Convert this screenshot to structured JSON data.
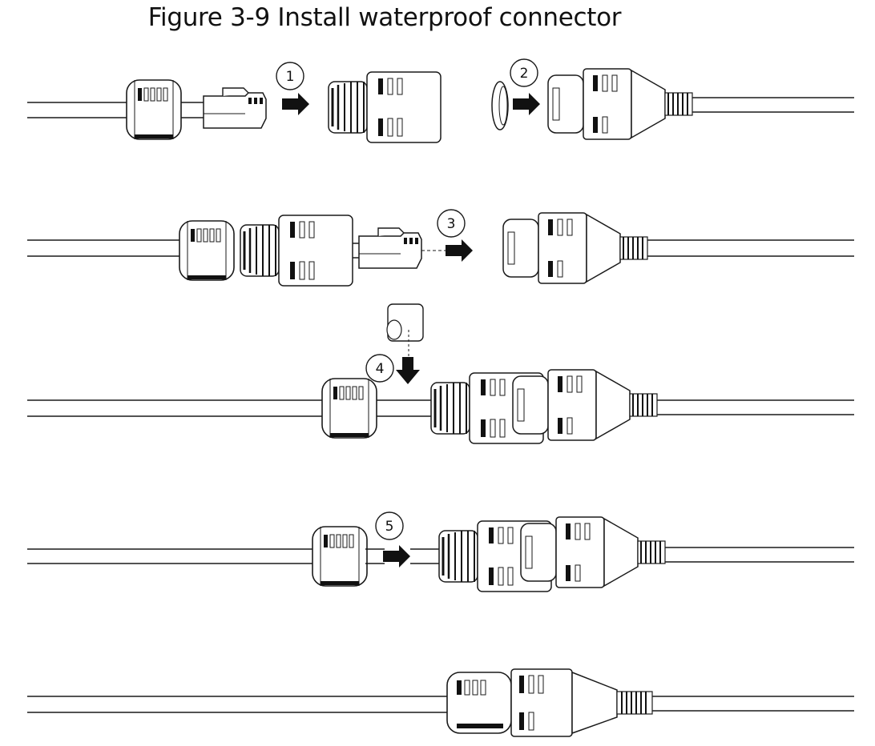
{
  "figure": {
    "title": "Figure 3-9 Install waterproof connector"
  },
  "steps": [
    {
      "number": "1"
    },
    {
      "number": "2"
    },
    {
      "number": "3"
    },
    {
      "number": "4"
    },
    {
      "number": "5"
    }
  ],
  "icons": [
    "arrow-right-icon",
    "arrow-down-icon",
    "step-marker-icon"
  ],
  "colors": {
    "line": "#1a1a1a",
    "fill": "#ffffff",
    "dark": "#111111"
  }
}
